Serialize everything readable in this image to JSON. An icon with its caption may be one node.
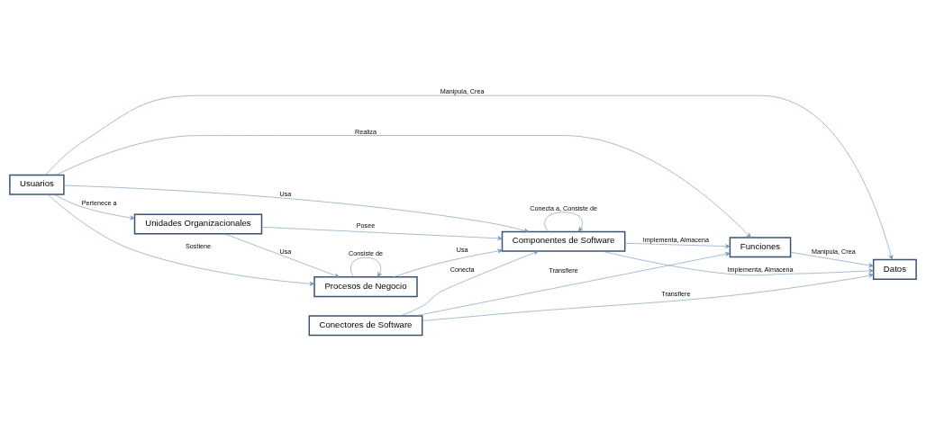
{
  "diagram": {
    "nodes": [
      {
        "text": [
          "Usuarios"
        ]
      },
      {
        "text": [
          "Funciones"
        ]
      },
      {
        "text": [
          "Datos"
        ]
      },
      {
        "text": [
          "Componentes de Software"
        ]
      },
      {
        "text": [
          "Conectores de Software"
        ]
      },
      {
        "text": [
          "Unidades Organizacionales"
        ]
      },
      {
        "text": [
          "Procesos de Negocio"
        ]
      }
    ],
    "edges": [
      {
        "from": 0,
        "to": 2,
        "arrow": "to",
        "label": "Manipula, Crea"
      },
      {
        "from": 4,
        "to": 1,
        "arrow": "to",
        "label": "Transfiere"
      },
      {
        "from": 0,
        "to": 1,
        "arrow": "to",
        "label": "Realiza"
      },
      {
        "from": 1,
        "to": 2,
        "arrow": "to",
        "label": "Manipula, Crea"
      },
      {
        "from": 4,
        "to": 2,
        "arrow": "to",
        "label": "Transfiere"
      },
      {
        "from": 3,
        "to": 1,
        "arrow": "to",
        "label": "Implementa, Almacena"
      },
      {
        "from": 3,
        "to": 2,
        "arrow": "to",
        "label": "Implementa, Almacena"
      },
      {
        "from": 3,
        "to": 3,
        "arrow": "to",
        "label": "Conecta a, Consiste de"
      },
      {
        "from": 0,
        "to": 3,
        "arrow": "to",
        "label": "Usa"
      },
      {
        "from": 4,
        "to": 3,
        "arrow": "to",
        "label": "Conecta"
      },
      {
        "from": 0,
        "to": 5,
        "arrow": "to",
        "label": "Pertenece a"
      },
      {
        "from": 5,
        "to": 3,
        "arrow": "to",
        "label": "Posee"
      },
      {
        "from": 6,
        "to": 3,
        "arrow": "to",
        "label": "Usa"
      },
      {
        "from": 6,
        "to": 6,
        "arrow": "to",
        "label": "Consiste de"
      },
      {
        "from": 0,
        "to": 6,
        "arrow": "to",
        "label": "Sostiene"
      },
      {
        "from": 5,
        "to": 6,
        "arrow": "to",
        "label": "Usa"
      }
    ]
  }
}
